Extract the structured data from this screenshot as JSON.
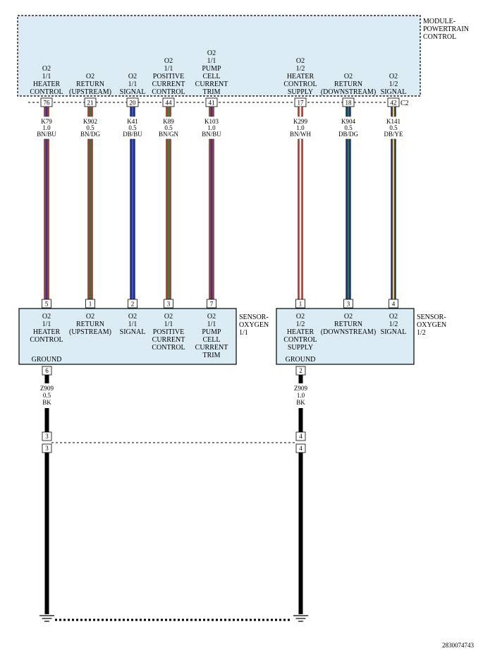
{
  "pcm": {
    "title_lines": [
      "MODULE-",
      "POWERTRAIN",
      "CONTROL"
    ],
    "connector": "C2",
    "pins": [
      {
        "num": "76",
        "label": [
          "O2",
          "1/1",
          "HEATER",
          "CONTROL"
        ]
      },
      {
        "num": "21",
        "label": [
          "O2",
          "RETURN",
          "(UPSTREAM)"
        ]
      },
      {
        "num": "20",
        "label": [
          "O2",
          "1/1",
          "SIGNAL"
        ]
      },
      {
        "num": "44",
        "label": [
          "O2",
          "1/1",
          "POSITIVE",
          "CURRENT",
          "CONTROL"
        ]
      },
      {
        "num": "41",
        "label": [
          "O2",
          "1/1",
          "PUMP",
          "CELL",
          "CURRENT",
          "TRIM"
        ]
      },
      {
        "num": "17",
        "label": [
          "O2",
          "1/2",
          "HEATER",
          "CONTROL",
          "SUPPLY"
        ]
      },
      {
        "num": "18",
        "label": [
          "O2",
          "RETURN",
          "(DOWNSTREAM)"
        ]
      },
      {
        "num": "42",
        "label": [
          "O2",
          "1/2",
          "SIGNAL"
        ]
      }
    ]
  },
  "wires": [
    {
      "circuit": "K79",
      "gauge": "1.0",
      "color": "BN/BU",
      "base": "#b03a2e",
      "stripe": "#2b3a9a"
    },
    {
      "circuit": "K902",
      "gauge": "0.5",
      "color": "BN/DG",
      "base": "#b03a2e",
      "stripe": "#2f7a3a"
    },
    {
      "circuit": "K41",
      "gauge": "0.5",
      "color": "DB/BU",
      "base": "#1f2b8a",
      "stripe": "#3c55c8"
    },
    {
      "circuit": "K89",
      "gauge": "0.5",
      "color": "BN/GN",
      "base": "#b03a2e",
      "stripe": "#2f8a3a"
    },
    {
      "circuit": "K103",
      "gauge": "1.0",
      "color": "BN/BU",
      "base": "#b03a2e",
      "stripe": "#2b3a9a"
    },
    {
      "circuit": "K299",
      "gauge": "1.0",
      "color": "BN/WH",
      "base": "#c0392b",
      "stripe": "#ffffff"
    },
    {
      "circuit": "K904",
      "gauge": "0.5",
      "color": "DB/DG",
      "base": "#1f2b8a",
      "stripe": "#2f7a3a"
    },
    {
      "circuit": "K141",
      "gauge": "0.5",
      "color": "DB/YE",
      "base": "#1f2b8a",
      "stripe": "#f2d21c"
    }
  ],
  "sensor1": {
    "title_lines": [
      "SENSOR-",
      "OXYGEN",
      "1/1"
    ],
    "pins": [
      {
        "num": "5",
        "label": [
          "O2",
          "1/1",
          "HEATER",
          "CONTROL"
        ]
      },
      {
        "num": "1",
        "label": [
          "O2",
          "RETURN",
          "(UPSTREAM)"
        ]
      },
      {
        "num": "2",
        "label": [
          "O2",
          "1/1",
          "SIGNAL"
        ]
      },
      {
        "num": "3",
        "label": [
          "O2",
          "1/1",
          "POSITIVE",
          "CURRENT",
          "CONTROL"
        ]
      },
      {
        "num": "7",
        "label": [
          "O2",
          "1/1",
          "PUMP",
          "CELL",
          "CURRENT",
          "TRIM"
        ]
      }
    ],
    "ground_label": "GROUND",
    "ground_pin": "6"
  },
  "sensor2": {
    "title_lines": [
      "SENSOR-",
      "OXYGEN",
      "1/2"
    ],
    "pins": [
      {
        "num": "1",
        "label": [
          "O2",
          "1/2",
          "HEATER",
          "CONTROL",
          "SUPPLY"
        ]
      },
      {
        "num": "3",
        "label": [
          "O2",
          "RETURN",
          "(DOWNSTREAM)"
        ]
      },
      {
        "num": "4",
        "label": [
          "O2",
          "1/2",
          "SIGNAL"
        ]
      }
    ],
    "ground_label": "GROUND",
    "ground_pin": "2"
  },
  "ground_wires": [
    {
      "circuit": "Z909",
      "gauge": "0.5",
      "color": "BK",
      "inline_top": "3",
      "inline_bottom": "3"
    },
    {
      "circuit": "Z909",
      "gauge": "1.0",
      "color": "BK",
      "inline_top": "4",
      "inline_bottom": "4"
    }
  ],
  "figure_id": "2830074743"
}
